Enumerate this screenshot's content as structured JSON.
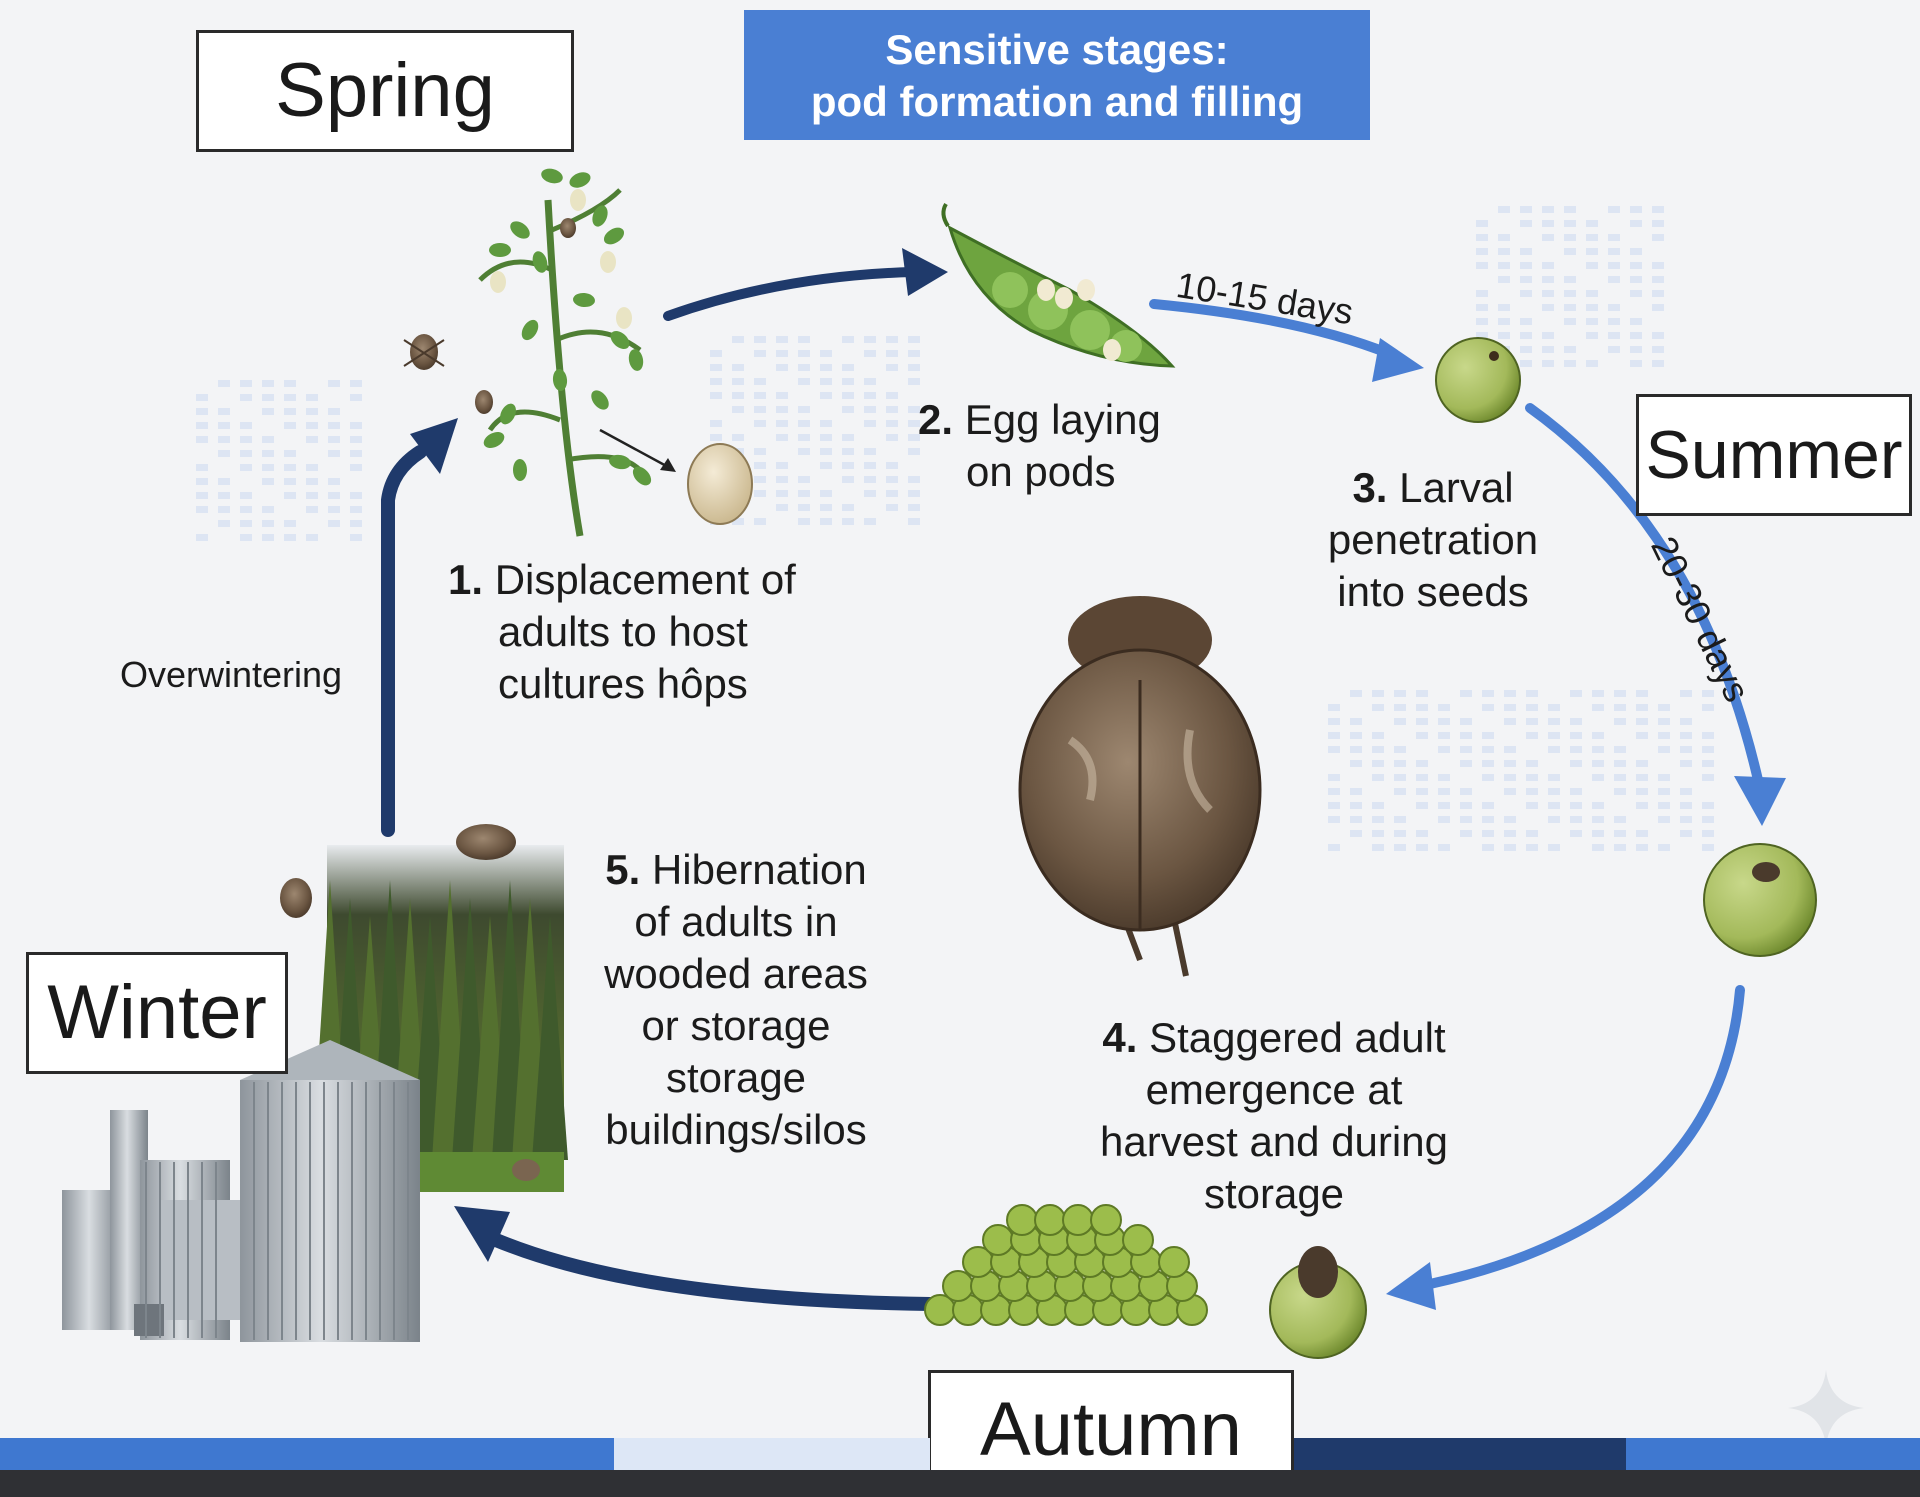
{
  "banner": {
    "line1": "Sensitive stages:",
    "line2": "pod formation and filling"
  },
  "seasons": {
    "spring": "Spring",
    "summer": "Summer",
    "autumn": "Autumn",
    "winter": "Winter"
  },
  "stages": {
    "s1": {
      "num": "1.",
      "line1": "Displacement of",
      "line2": "adults to host",
      "line3": "cultures hôps"
    },
    "s2": {
      "num": "2.",
      "line1": "Egg laying",
      "line2": "on pods"
    },
    "s3": {
      "num": "3.",
      "line1": "Larval",
      "line2": "penetration",
      "line3": "into seeds"
    },
    "s4": {
      "num": "4.",
      "line1": "Staggered adult",
      "line2": "emergence at",
      "line3": "harvest and during",
      "line4": "storage"
    },
    "s5": {
      "num": "5.",
      "line1": "Hibernation",
      "line2": "of adults in",
      "line3": "wooded areas",
      "line4": "or storage",
      "line5": "storage",
      "line6": "buildings/silos"
    }
  },
  "labels": {
    "overwintering": "Overwintering",
    "duration_1": "10-15 days",
    "duration_2": "20-30 days"
  },
  "colors": {
    "dark_arrow": "#1f3a6b",
    "light_arrow": "#4a7fd3",
    "banner": "#4a7fd3",
    "plant_green": "#5e9a3f",
    "pea_green": "#8fb33d",
    "beetle_brown": "#6b5642"
  },
  "icons": [
    "chickpea-plant-icon",
    "pea-pod-icon",
    "seed-icon",
    "beetle-icon",
    "forest-photo",
    "silo-icon",
    "egg-icon",
    "pea-pile-icon",
    "sparkle-icon"
  ]
}
